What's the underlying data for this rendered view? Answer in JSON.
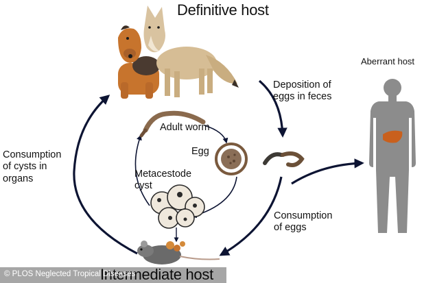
{
  "hosts": {
    "definitive": "Definitive host",
    "intermediate": "Intermediate host",
    "aberrant": "Aberrant host"
  },
  "stages": {
    "adult_worm": "Adult worm",
    "egg": "Egg",
    "metacestode": "Metacestode\ncyst"
  },
  "transitions": {
    "deposition": "Deposition of\neggs in feces",
    "consumption_eggs": "Consumption\nof eggs",
    "consumption_cysts": "Consumption\nof cysts in\norgans"
  },
  "credit": "© PLOS Neglected Tropical Diseases",
  "colors": {
    "arrow": "#0d1433",
    "human": "#8c8c8c",
    "liver": "#c9601d",
    "worm": "#8a6a4d",
    "egg_shell": "#7a5a3e",
    "cyst": "#efe8dc"
  }
}
